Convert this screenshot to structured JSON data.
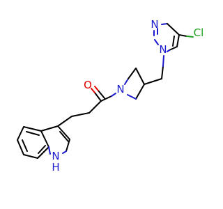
{
  "molecule": {
    "atoms": {
      "oxygen": {
        "label": "O",
        "color": "#e00000"
      },
      "azetidine_n": {
        "label": "N",
        "color": "#1a1acc"
      },
      "pyrazole_n1": {
        "label": "N",
        "color": "#1a1acc"
      },
      "pyrazole_n2": {
        "label": "N",
        "color": "#1a1acc"
      },
      "chlorine": {
        "label": "Cl",
        "color": "#1ea01e"
      },
      "indole_nh": {
        "label": "H\nN",
        "line1": "N",
        "line2": "H",
        "color": "#1a1acc"
      }
    },
    "bond_color": "#000000"
  }
}
